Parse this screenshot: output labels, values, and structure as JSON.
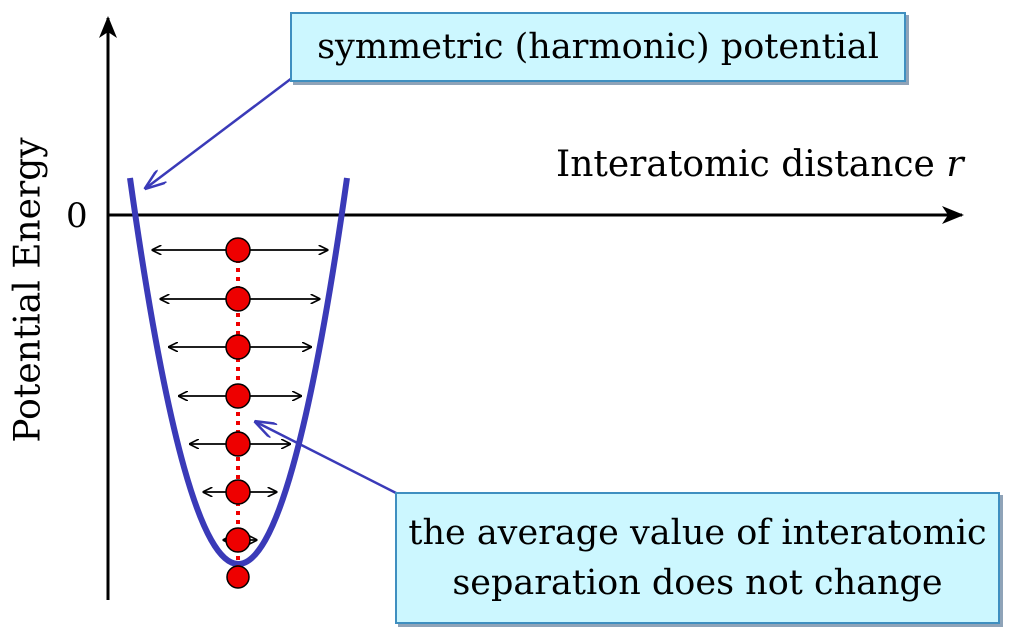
{
  "labels": {
    "callout_top": "symmetric (harmonic) potential",
    "callout_bottom_line1": "the average value of interatomic",
    "callout_bottom_line2": "separation does not change",
    "x_axis": "Interatomic distance",
    "x_axis_variable": "r",
    "y_axis": "Potential Energy",
    "zero": "0"
  },
  "colors": {
    "curve": "#3a3ab8",
    "atom": "#ee0000",
    "dotted_line": "#ee0000",
    "arrow": "#000000",
    "callout_fill": "#ccf7ff",
    "callout_border": "#3f8fc0",
    "pointer": "#3a3ab8"
  },
  "vibration_levels": 8
}
